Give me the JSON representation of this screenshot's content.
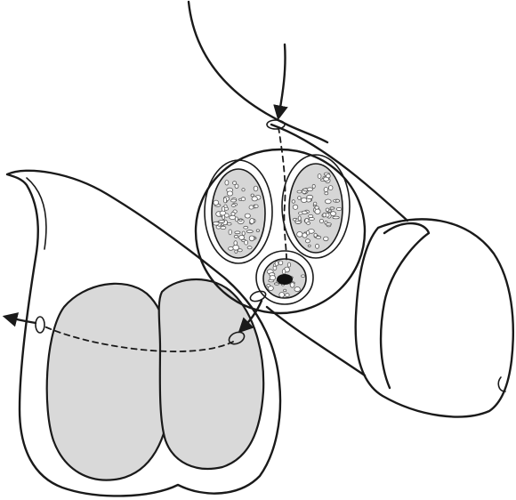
{
  "figure": {
    "background": "#ffffff",
    "line_color": "#1a1a1a",
    "fill_gray": "#d9d9d9",
    "arrows": [
      {
        "name": "arrow-entry",
        "direction": "down"
      },
      {
        "name": "arrow-to-scrotum",
        "direction": "down-left"
      },
      {
        "name": "arrow-exit",
        "direction": "left"
      }
    ]
  }
}
